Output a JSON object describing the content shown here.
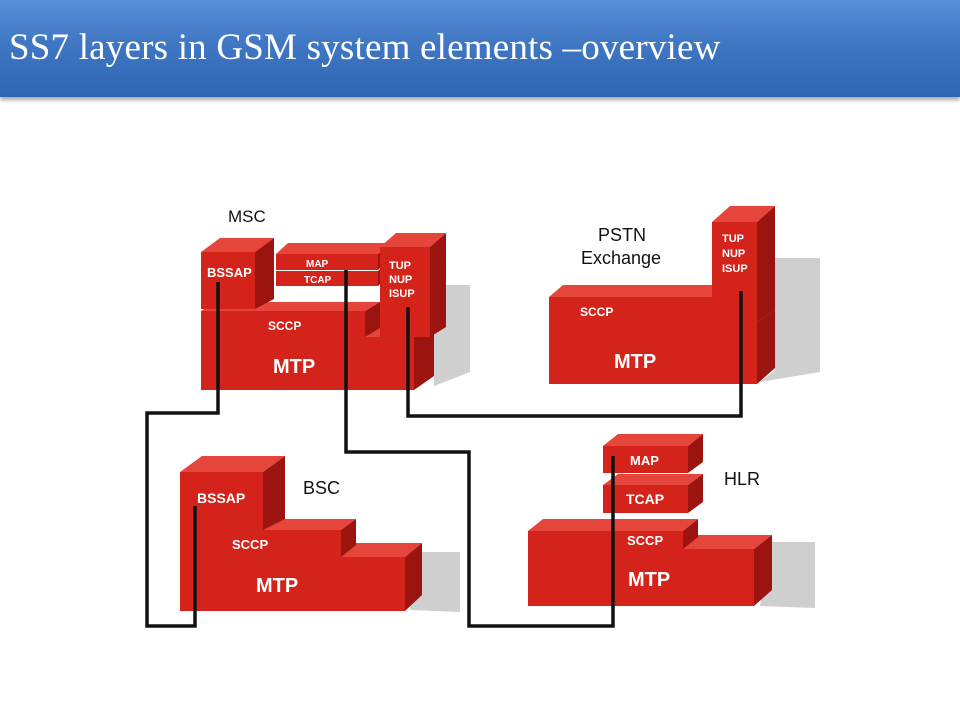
{
  "slide": {
    "title": "SS7 layers in GSM system elements –overview"
  },
  "nodes": {
    "msc": {
      "label": "MSC",
      "layers": {
        "bssap": "BSSAP",
        "map": "MAP",
        "tcap": "TCAP",
        "tup": "TUP",
        "nup": "NUP",
        "isup": "ISUP",
        "sccp": "SCCP",
        "mtp": "MTP"
      }
    },
    "pstn": {
      "label_line1": "PSTN",
      "label_line2": "Exchange",
      "layers": {
        "tup": "TUP",
        "nup": "NUP",
        "isup": "ISUP",
        "sccp": "SCCP",
        "mtp": "MTP"
      }
    },
    "bsc": {
      "label": "BSC",
      "layers": {
        "bssap": "BSSAP",
        "sccp": "SCCP",
        "mtp": "MTP"
      }
    },
    "hlr": {
      "label": "HLR",
      "layers": {
        "map": "MAP",
        "tcap": "TCAP",
        "sccp": "SCCP",
        "mtp": "MTP"
      }
    }
  },
  "colors": {
    "block_front": "#d3231b",
    "block_top": "#e6453c",
    "block_side": "#9c140f",
    "shadow": "#cfcfcf",
    "title_bar": "#3f77c4"
  }
}
